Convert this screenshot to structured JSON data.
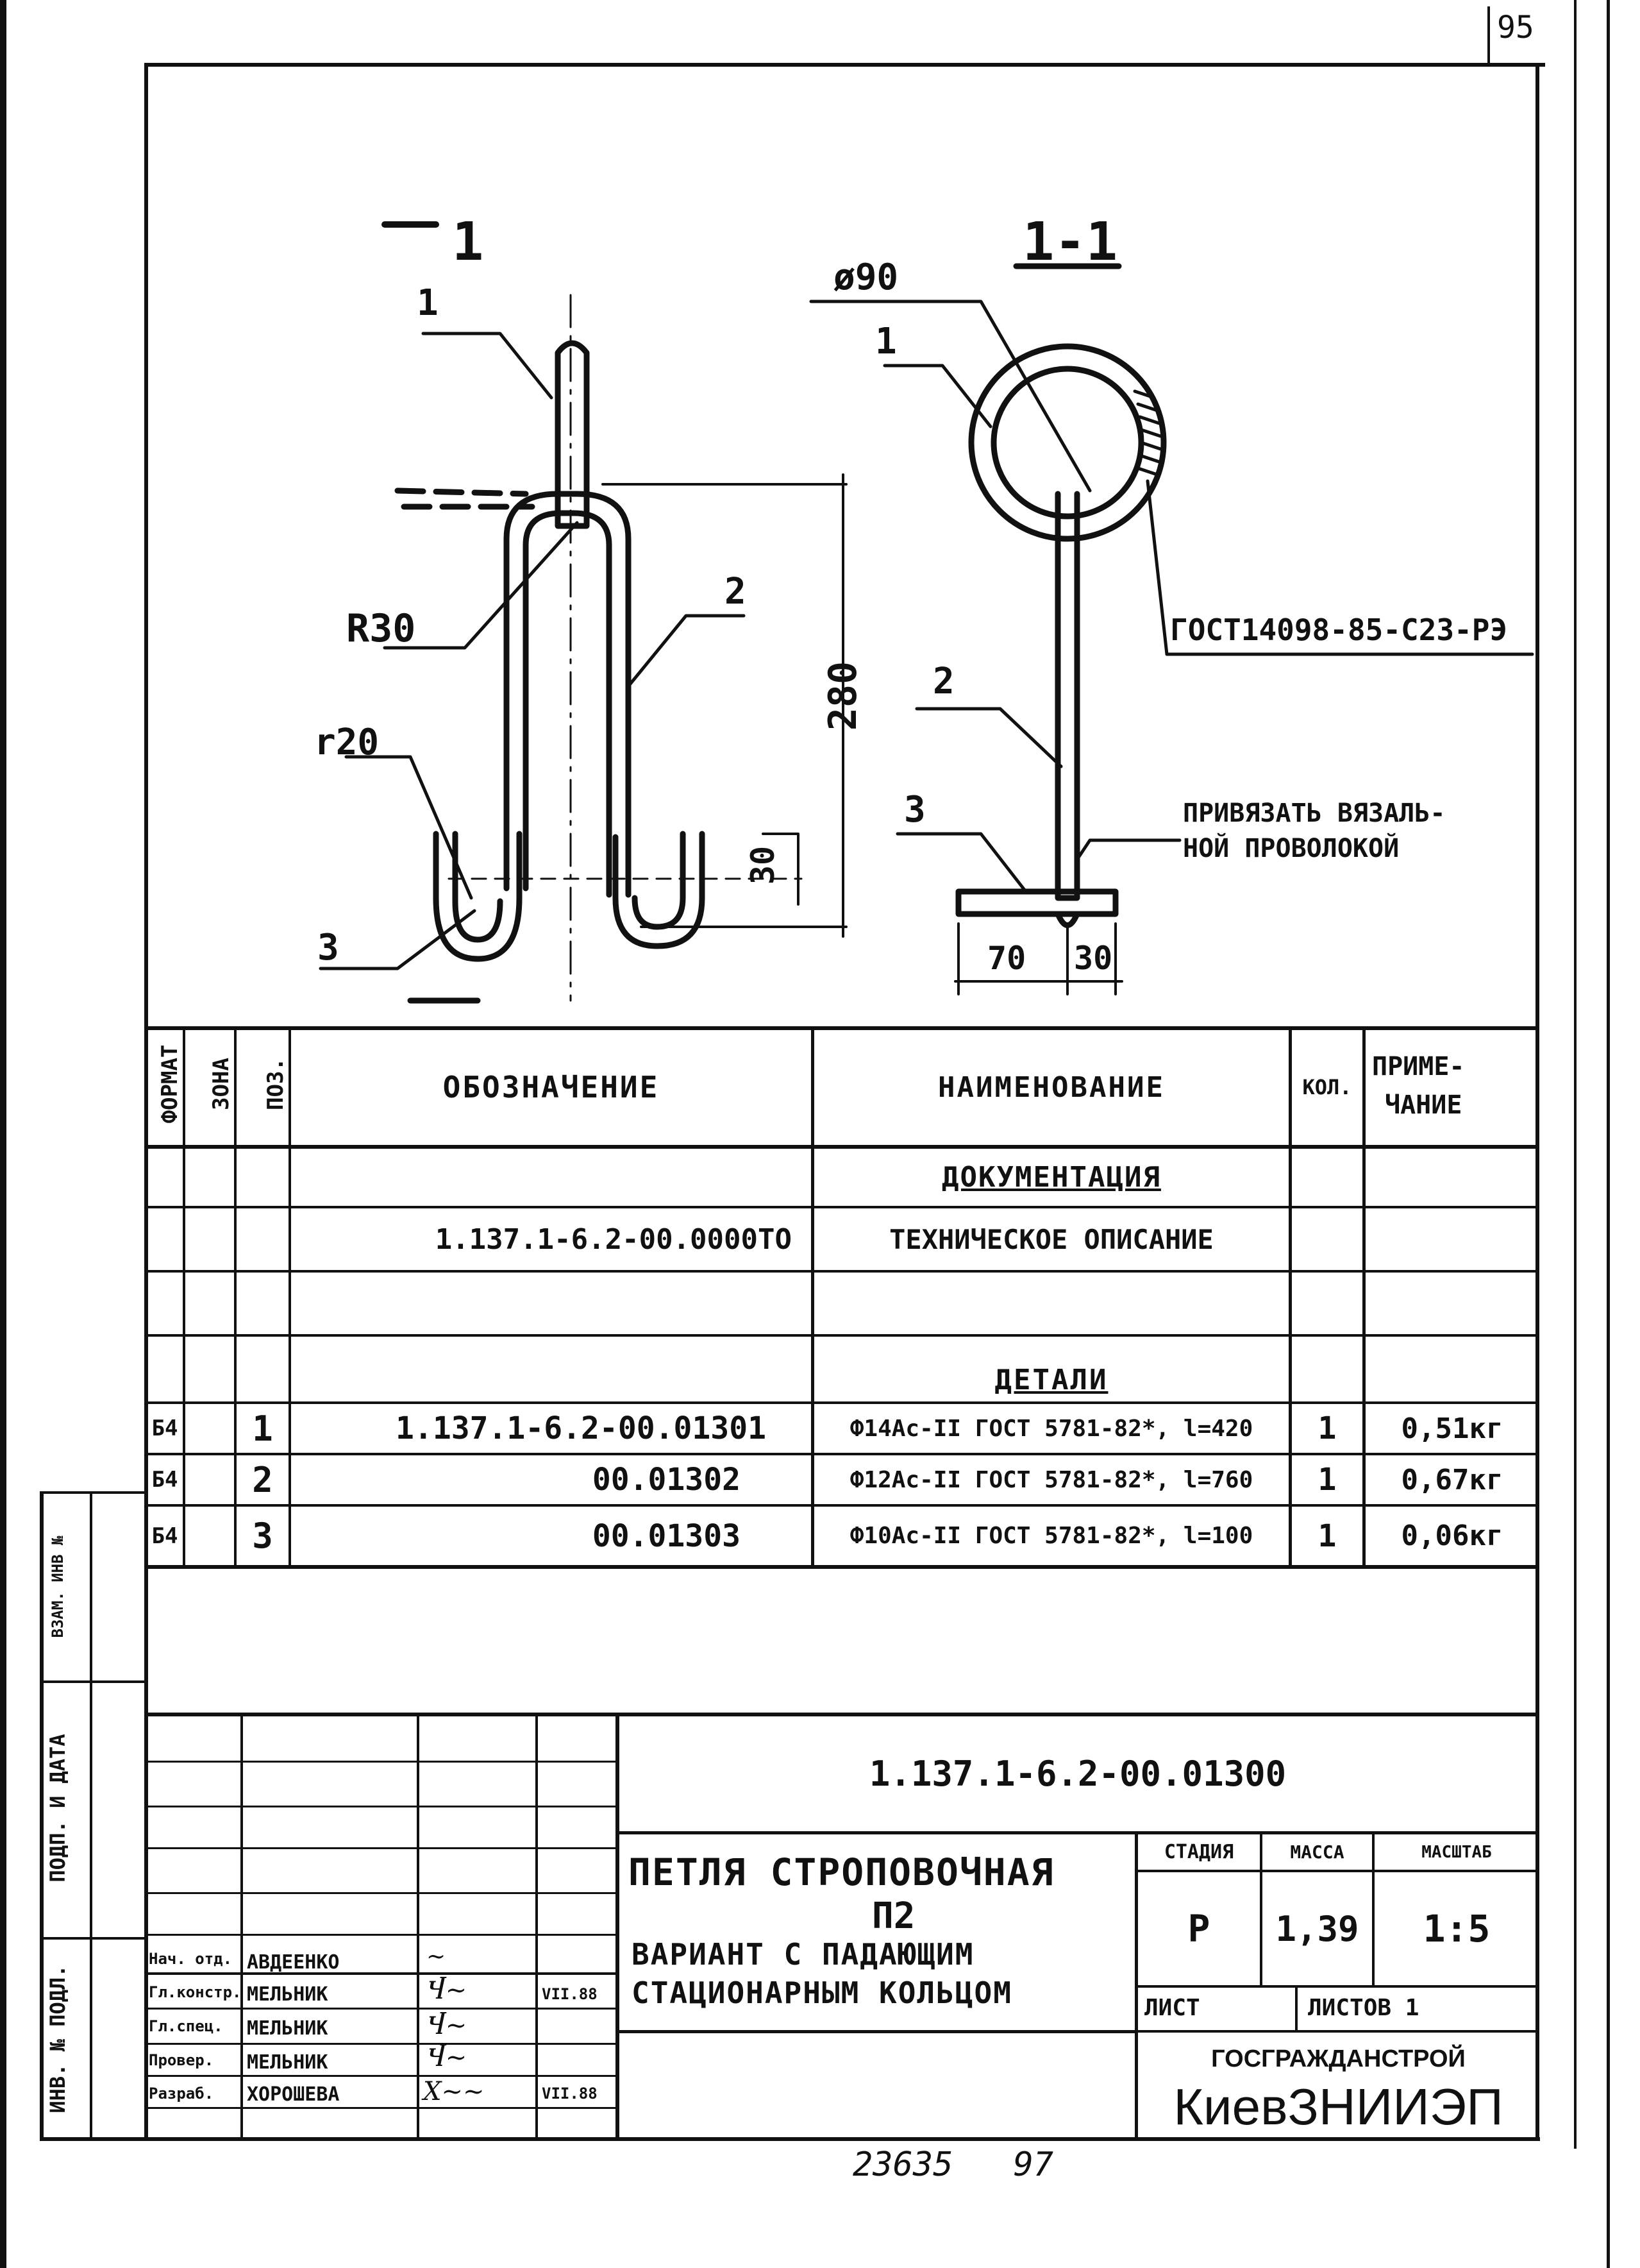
{
  "sheet_corner_number": "95",
  "drawing": {
    "view_label_left": "1",
    "view_label_right": "1-1",
    "dim_diameter": "ø90",
    "dim_280": "280",
    "dim_R30": "R30",
    "dim_r20": "r20",
    "dim_30_vertical": "30",
    "dim_70": "70",
    "dim_30_horizontal": "30",
    "callout_1_left": "1",
    "callout_2_left": "2",
    "callout_3_left": "3",
    "callout_1_right": "1",
    "callout_2_right": "2",
    "callout_3_right": "3",
    "weld_note": "ГОСТ14098-85-С23-РЭ",
    "tie_note_line1": "ПРИВЯЗАТЬ ВЯЗАЛЬ-",
    "tie_note_line2": "НОЙ ПРОВОЛОКОЙ"
  },
  "spec_table": {
    "headers": {
      "format": "ФОРМАТ",
      "zone": "ЗОНА",
      "pos": "ПОЗ.",
      "designation": "ОБОЗНАЧЕНИЕ",
      "name": "НАИМЕНОВАНИЕ",
      "qty": "КОЛ.",
      "note_line1": "ПРИМЕ-",
      "note_line2": "ЧАНИЕ"
    },
    "section_docs": "ДОКУМЕНТАЦИЯ",
    "doc_row": {
      "designation": "1.137.1-6.2-00.0000ТО",
      "name": "ТЕХНИЧЕСКОЕ ОПИСАНИЕ"
    },
    "section_parts": "ДЕТАЛИ",
    "rows": [
      {
        "format": "Б4",
        "pos": "1",
        "designation": "1.137.1-6.2-00.01301",
        "name": "Ф14Ас-II ГОСТ 5781-82*, l=420",
        "qty": "1",
        "note": "0,51кг"
      },
      {
        "format": "Б4",
        "pos": "2",
        "designation": "00.01302",
        "name": "Ф12Ас-II ГОСТ 5781-82*, l=760",
        "qty": "1",
        "note": "0,67кг"
      },
      {
        "format": "Б4",
        "pos": "3",
        "designation": "00.01303",
        "name": "Ф10Ас-II ГОСТ 5781-82*, l=100",
        "qty": "1",
        "note": "0,06кг"
      }
    ]
  },
  "left_margin": {
    "label_inv": "ВЗАМ. ИНВ №",
    "label_sign": "ПОДП. И ДАТА",
    "label_orig": "ИНВ. № ПОДЛ."
  },
  "title_block": {
    "doc_code": "1.137.1-6.2-00.01300",
    "title_line1": "ПЕТЛЯ СТРОПОВОЧНАЯ",
    "title_line2": "П2",
    "title_line3": "ВАРИАНТ С ПАДАЮЩИМ",
    "title_line4": "СТАЦИОНАРНЫМ КОЛЬЦОМ",
    "stage_label": "СТАДИЯ",
    "mass_label": "МАССА",
    "scale_label": "МАСШТАБ",
    "stage": "Р",
    "mass": "1,39",
    "scale": "1:5",
    "sheet_label": "ЛИСТ",
    "sheets_label": "ЛИСТОВ 1",
    "org_line1": "ГОСГРАЖДАНСТРОЙ",
    "org_line2": "КиевЗНИИЭП",
    "signers": [
      {
        "role": "Нач. отд.",
        "name": "АВДЕЕНКО",
        "date": ""
      },
      {
        "role": "Гл.констр.",
        "name": "МЕЛЬНИК",
        "date": "VII.88"
      },
      {
        "role": "Гл.спец.",
        "name": "МЕЛЬНИК",
        "date": ""
      },
      {
        "role": "Провер.",
        "name": "МЕЛЬНИК",
        "date": ""
      },
      {
        "role": "Разраб.",
        "name": "ХОРОШЕВА",
        "date": "VII.88"
      }
    ]
  },
  "bottom_number": "23635   97"
}
